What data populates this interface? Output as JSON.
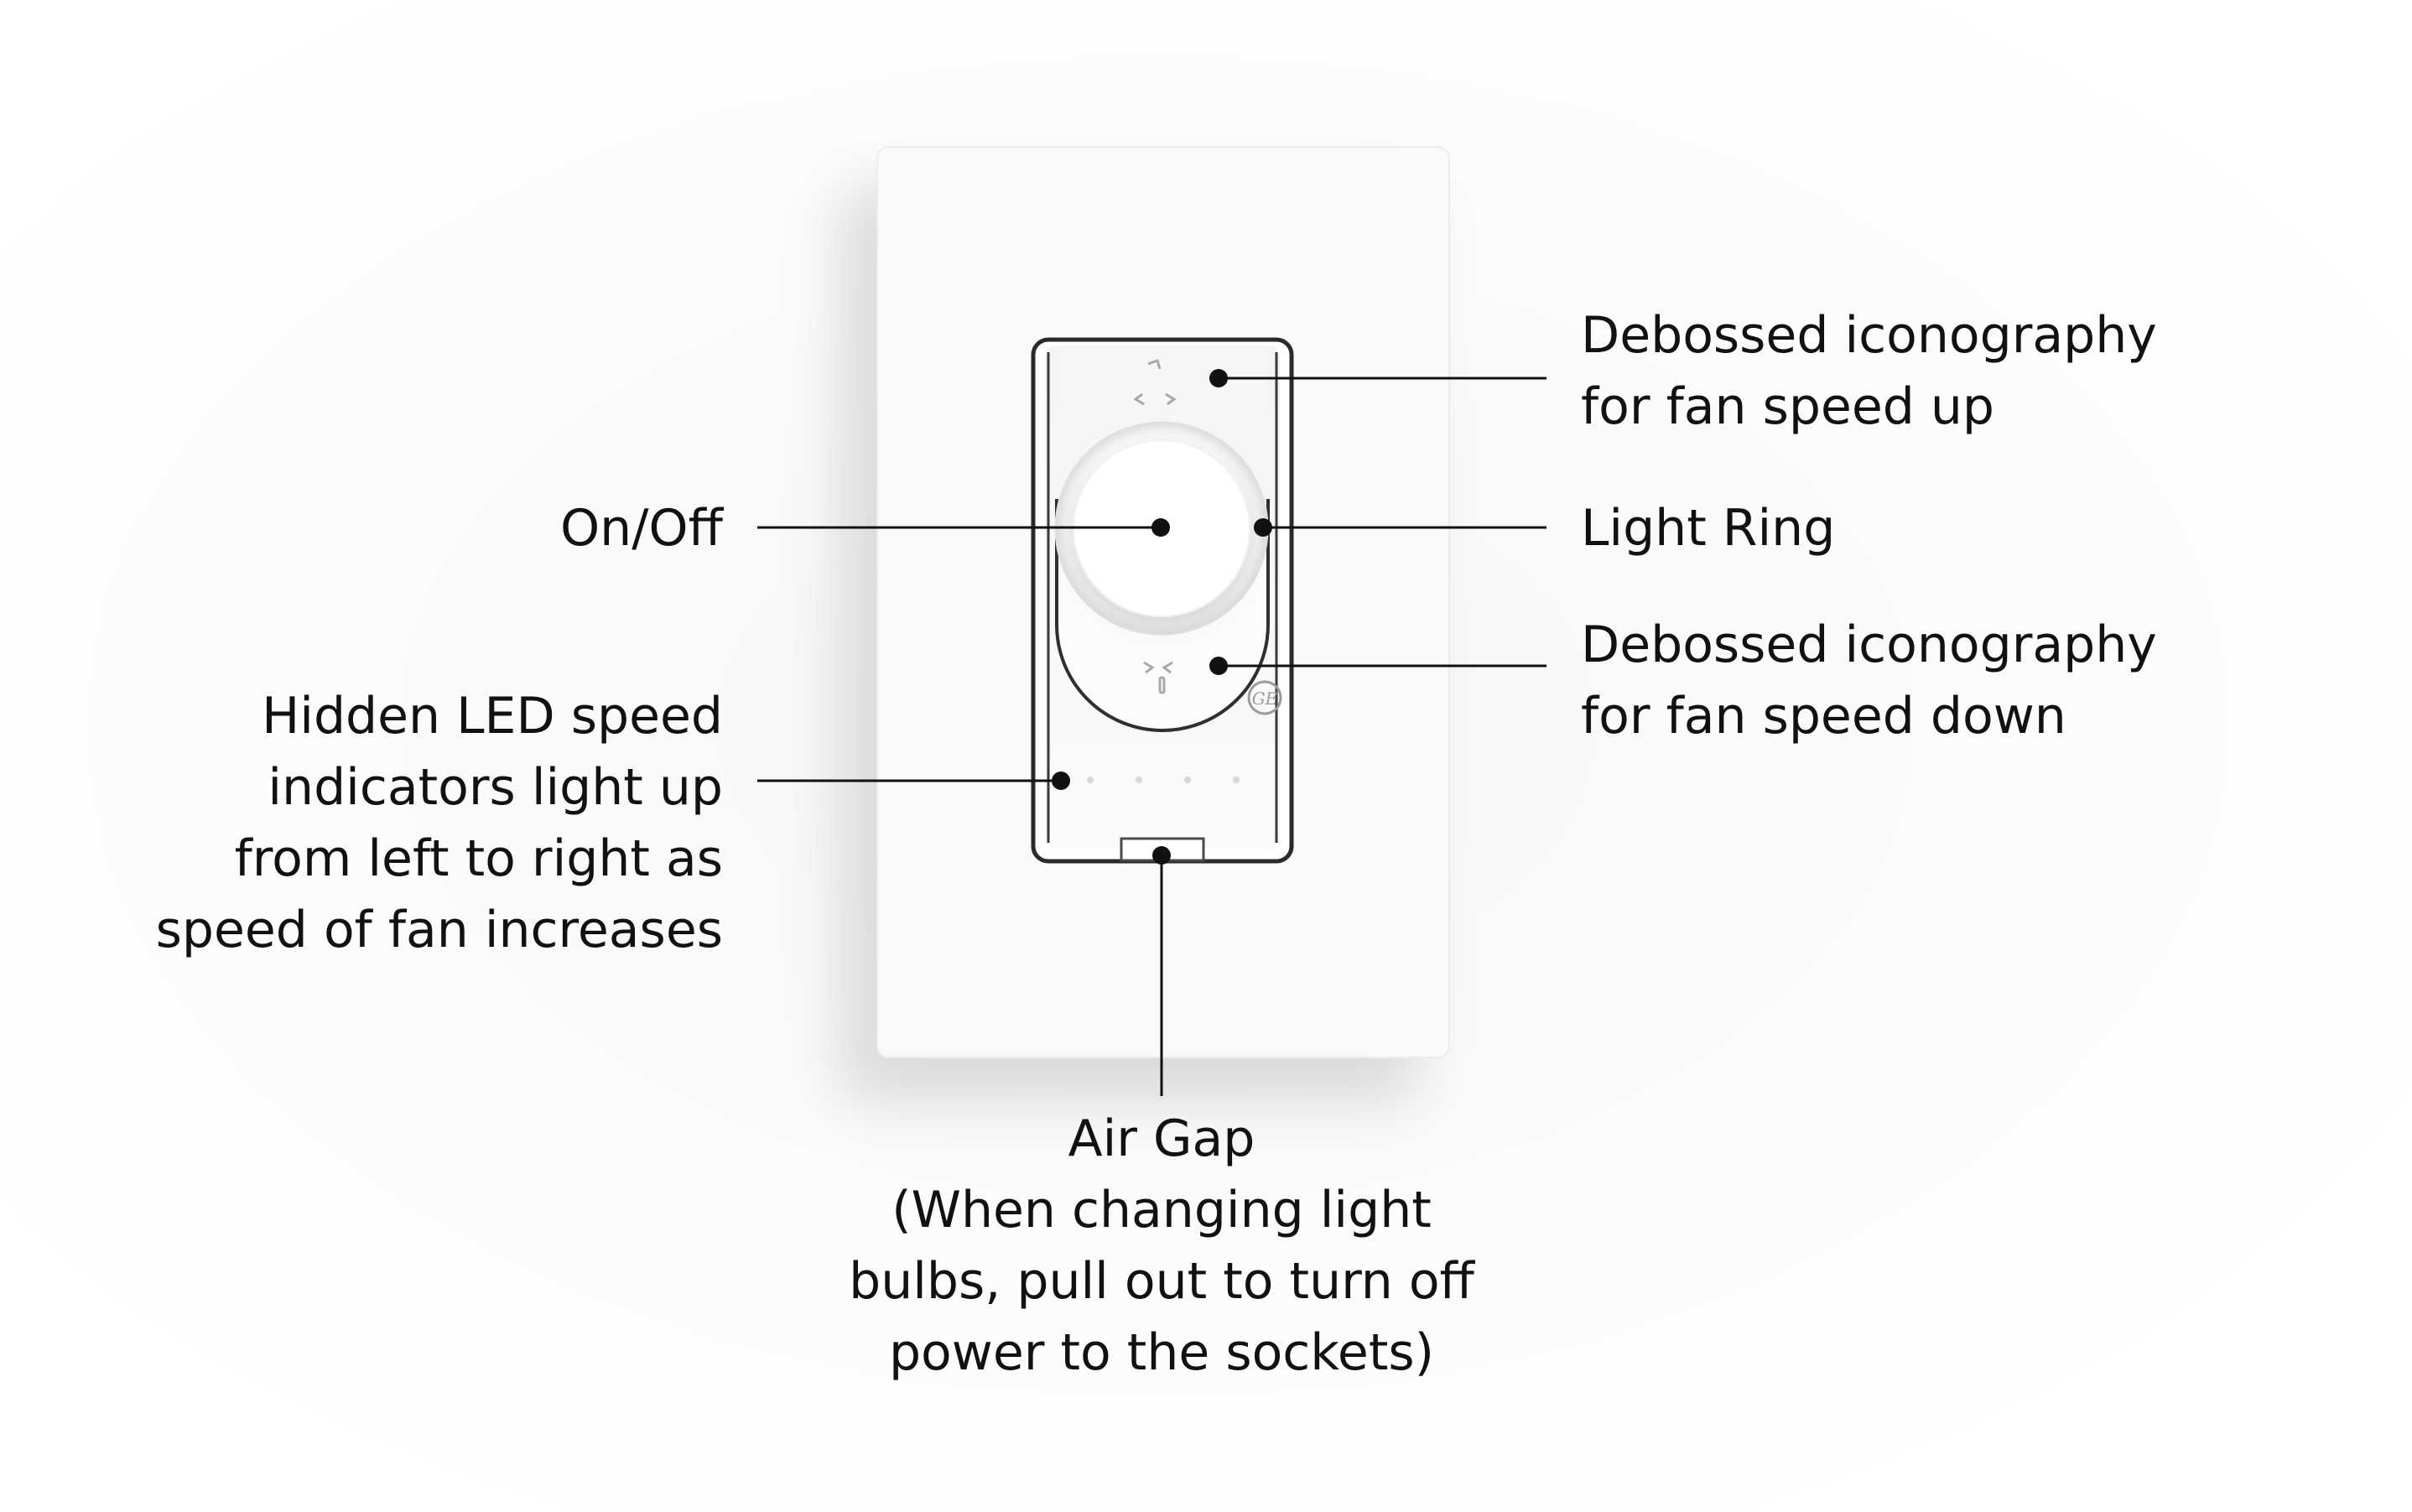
{
  "callouts": {
    "fan_speed_up": [
      "Debossed iconography",
      "for fan speed up"
    ],
    "on_off": "On/Off",
    "light_ring": "Light Ring",
    "fan_speed_down": [
      "Debossed iconography",
      "for fan speed down"
    ],
    "led_indicators": [
      "Hidden LED speed",
      "indicators light up",
      "from left to right as",
      "speed of fan increases"
    ],
    "air_gap": [
      "Air Gap",
      "(When changing light",
      "bulbs, pull out to turn off",
      "power to the sockets)"
    ]
  },
  "icons": {
    "speed_up": "fan-speed-up-icon",
    "speed_down": "fan-speed-down-icon",
    "brand_logo": "ge-logo-icon"
  },
  "logo_text": "GE",
  "colors": {
    "background": "#ffffff",
    "plate": "#f9f9f9",
    "ink": "#111111",
    "icon_gray": "#a8a8a8"
  }
}
